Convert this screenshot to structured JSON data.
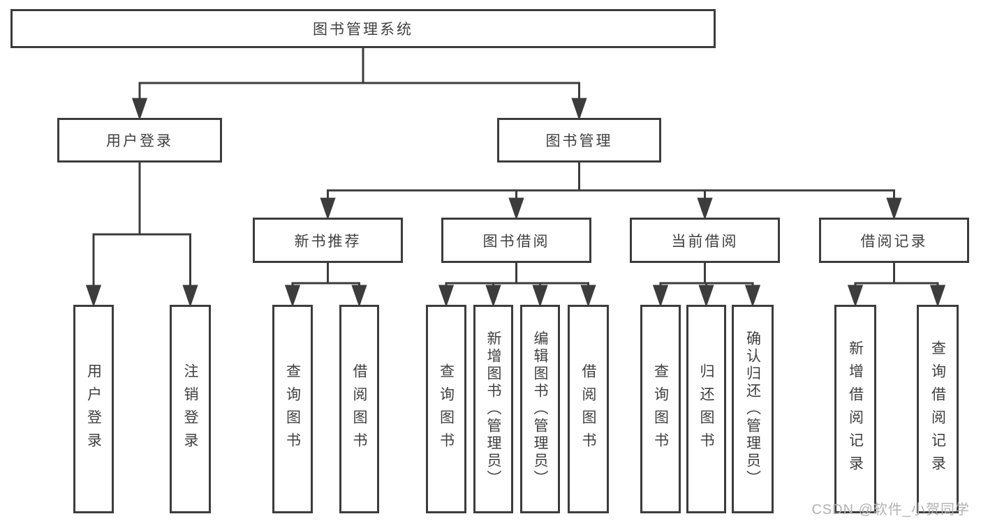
{
  "diagram_title": "图书管理系统",
  "tree": {
    "label": "图书管理系统",
    "children": [
      {
        "label": "用户登录",
        "children": [
          {
            "label": "用户登录"
          },
          {
            "label": "注销登录"
          }
        ]
      },
      {
        "label": "图书管理",
        "children": [
          {
            "label": "新书推荐",
            "children": [
              {
                "label": "查询图书"
              },
              {
                "label": "借阅图书"
              }
            ]
          },
          {
            "label": "图书借阅",
            "children": [
              {
                "label": "查询图书"
              },
              {
                "label": "新增图书（管理员）"
              },
              {
                "label": "编辑图书（管理员）"
              },
              {
                "label": "借阅图书"
              }
            ]
          },
          {
            "label": "当前借阅",
            "children": [
              {
                "label": "查询图书"
              },
              {
                "label": "归还图书"
              },
              {
                "label": "确认归还（管理员）"
              }
            ]
          },
          {
            "label": "借阅记录",
            "children": [
              {
                "label": "新增借阅记录"
              },
              {
                "label": "查询借阅记录"
              }
            ]
          }
        ]
      }
    ]
  },
  "watermark": "CSDN @软件_小贺同学",
  "colors": {
    "line": "#3c3c3c",
    "text": "#3f3f3f",
    "background": "#ffffff",
    "watermark": "#b2b2b2"
  }
}
